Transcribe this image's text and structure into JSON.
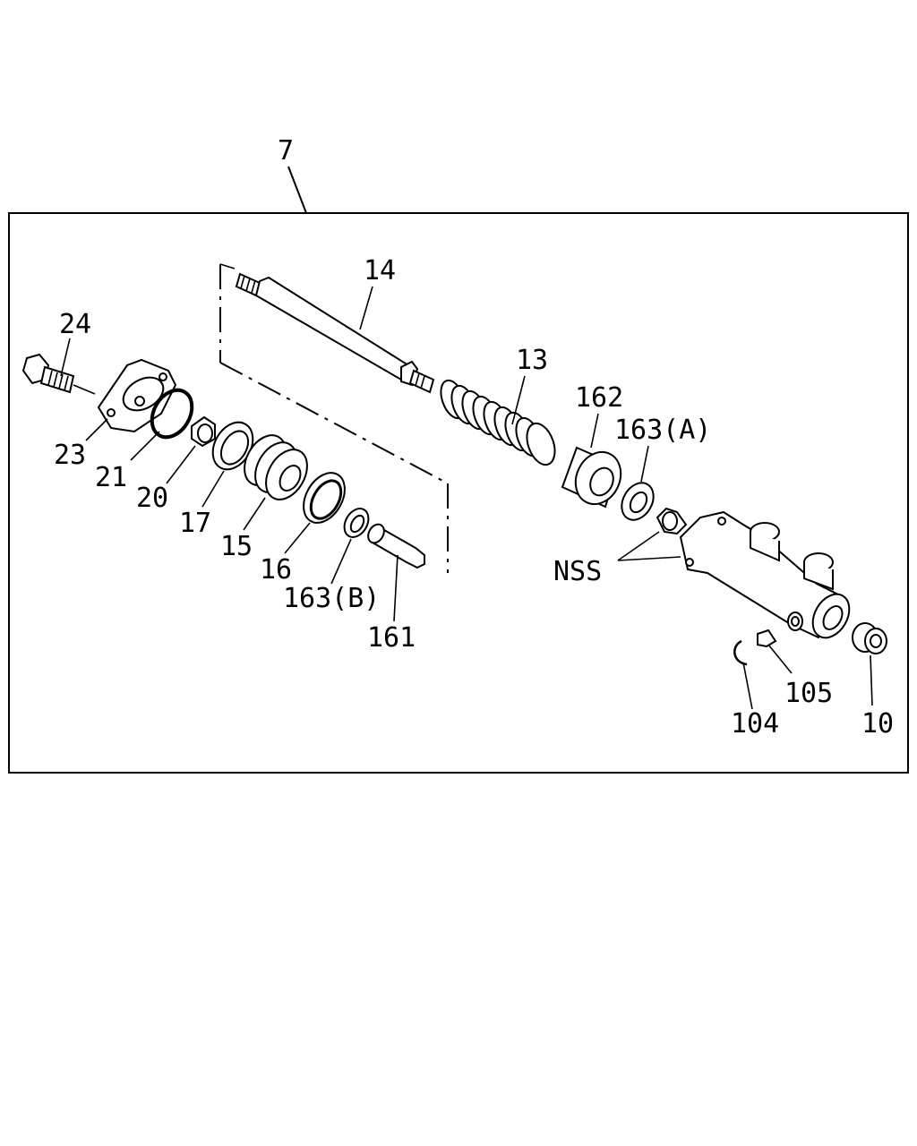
{
  "diagram": {
    "assembly_label": "7",
    "callouts": {
      "c24": "24",
      "c23": "23",
      "c21": "21",
      "c20": "20",
      "c17": "17",
      "c15": "15",
      "c16": "16",
      "c163b": "163(B)",
      "c161": "161",
      "c14": "14",
      "c13": "13",
      "c162": "162",
      "c163a": "163(A)",
      "nss": "NSS",
      "c104": "104",
      "c105": "105",
      "c10": "10"
    }
  }
}
